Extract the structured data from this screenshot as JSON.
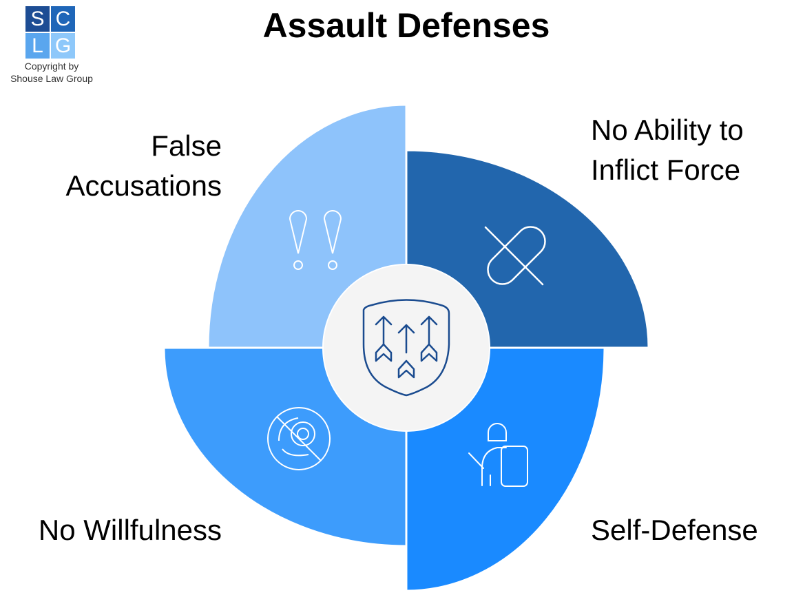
{
  "title": "Assault Defenses",
  "logo": {
    "letters": [
      "S",
      "C",
      "L",
      "G"
    ],
    "copyright_line1": "Copyright by",
    "copyright_line2": "Shouse Law Group"
  },
  "segments": [
    {
      "label_line1": "False",
      "label_line2": "Accusations",
      "icon": "exclamation-marks-icon",
      "color": "#8ec3fb"
    },
    {
      "label_line1": "No Ability to",
      "label_line2": "Inflict Force",
      "icon": "no-pill-icon",
      "color": "#2266ad"
    },
    {
      "label_line1": "Self-Defense",
      "icon": "riot-shield-person-icon",
      "color": "#1a8aff"
    },
    {
      "label_line1": "No Willfulness",
      "icon": "no-target-icon",
      "color": "#3d9cfc"
    }
  ],
  "center": {
    "icon": "shield-arrows-icon",
    "color": "#f4f4f4",
    "stroke": "#1a4b8f"
  }
}
